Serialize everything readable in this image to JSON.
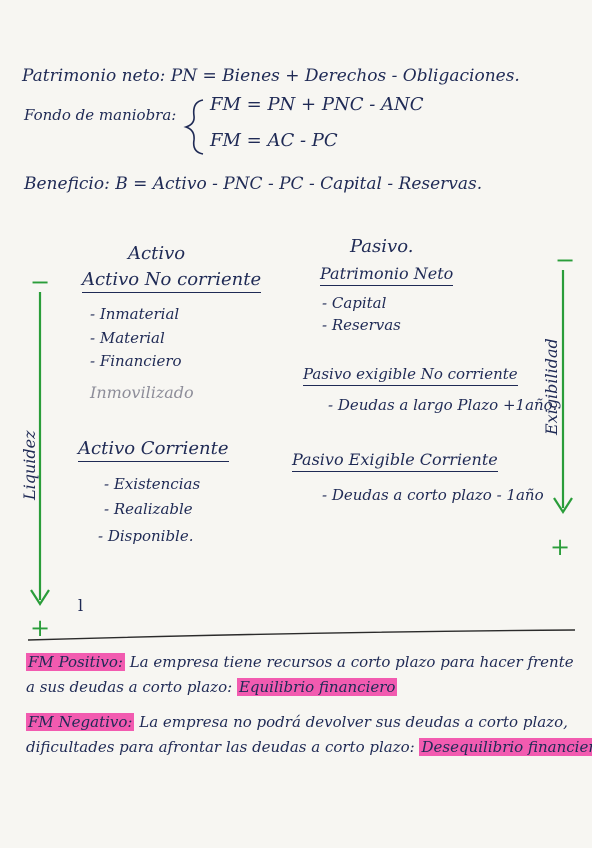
{
  "formulas": {
    "pn": "Patrimonio neto: PN = Bienes + Derechos - Obligaciones.",
    "fm_label": "Fondo de maniobra:",
    "fm1": "FM = PN + PNC - ANC",
    "fm2": "FM = AC - PC",
    "beneficio": "Beneficio: B = Activo - PNC - PC - Capital - Reservas."
  },
  "activo": {
    "heading": "Activo",
    "no_corriente": {
      "title": "Activo No corriente",
      "items": [
        "- Inmaterial",
        "- Material",
        "- Financiero"
      ],
      "note": "Inmovilizado"
    },
    "corriente": {
      "title": "Activo Corriente",
      "items": [
        "- Existencias",
        "- Realizable",
        "- Disponible."
      ]
    }
  },
  "pasivo": {
    "heading": "Pasivo.",
    "neto": {
      "title": "Patrimonio Neto",
      "items": [
        "- Capital",
        "- Reservas"
      ]
    },
    "no_corriente": {
      "title": "Pasivo exigible No corriente",
      "items": [
        "- Deudas a largo Plazo +1año."
      ]
    },
    "corriente": {
      "title": "Pasivo Exigible Corriente",
      "items": [
        "- Deudas a corto plazo - 1año"
      ]
    }
  },
  "axes": {
    "left_label": "Liquidez",
    "right_label": "Exigibilidad",
    "minus": "−",
    "plus": "+",
    "tick": "l"
  },
  "notes": {
    "positivo_label": "FM Positivo:",
    "positivo_text": "La empresa tiene recursos a corto plazo para hacer frente",
    "positivo_text2": "a sus deudas a corto plazo:",
    "positivo_result": "Equilibrio financiero",
    "negativo_label": "FM Negativo:",
    "negativo_text": "La empresa no podrá devolver sus deudas a corto plazo,",
    "negativo_text2": "dificultades para afrontar las deudas a corto plazo:",
    "negativo_result": "Desequilibrio financiero"
  },
  "colors": {
    "ink": "#1f2a55",
    "green": "#2a9d3a",
    "highlight": "#f25bb0"
  }
}
